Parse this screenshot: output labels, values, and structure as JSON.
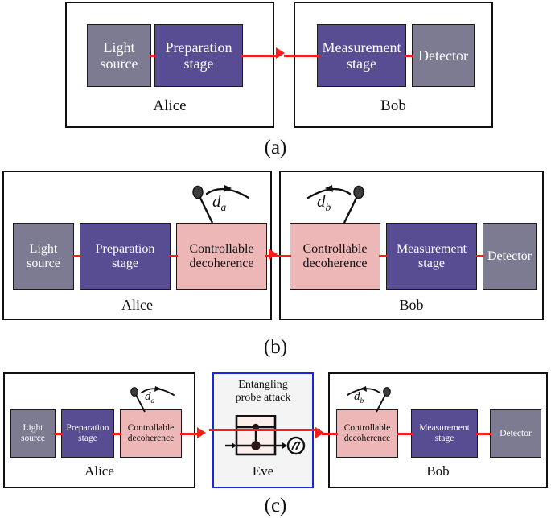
{
  "figure": {
    "panels": [
      {
        "id": "a",
        "caption": "(a)",
        "parties": [
          {
            "name": "Alice",
            "label": "Alice"
          },
          {
            "name": "Bob",
            "label": "Bob"
          }
        ],
        "blocks": [
          {
            "line1": "Light",
            "line2": "source",
            "color": "#7d7b92"
          },
          {
            "line1": "Preparation",
            "line2": "stage",
            "color": "#584d93"
          },
          {
            "line1": "Measurement",
            "line2": "stage",
            "color": "#584d93"
          },
          {
            "line1": "Detector",
            "line2": "",
            "color": "#7d7b92"
          }
        ]
      },
      {
        "id": "b",
        "caption": "(b)",
        "parties": [
          {
            "name": "Alice",
            "label": "Alice"
          },
          {
            "name": "Bob",
            "label": "Bob"
          }
        ],
        "blocks": [
          {
            "line1": "Light",
            "line2": "source",
            "color": "#7d7b92"
          },
          {
            "line1": "Preparation",
            "line2": "stage",
            "color": "#584d93"
          },
          {
            "line1": "Controllable",
            "line2": "decoherence",
            "color": "#edb7b7"
          },
          {
            "line1": "Controllable",
            "line2": "decoherence",
            "color": "#edb7b7"
          },
          {
            "line1": "Measurement",
            "line2": "stage",
            "color": "#584d93"
          },
          {
            "line1": "Detector",
            "line2": "",
            "color": "#7d7b92"
          }
        ],
        "knobs": [
          {
            "symbol": "d",
            "subscript": "a",
            "direction": "right"
          },
          {
            "symbol": "d",
            "subscript": "b",
            "direction": "left"
          }
        ]
      },
      {
        "id": "c",
        "caption": "(c)",
        "parties": [
          {
            "name": "Alice",
            "label": "Alice"
          },
          {
            "name": "Eve",
            "label": "Eve"
          },
          {
            "name": "Bob",
            "label": "Bob"
          }
        ],
        "blocks": [
          {
            "line1": "Light",
            "line2": "source",
            "color": "#7d7b92"
          },
          {
            "line1": "Preparation",
            "line2": "stage",
            "color": "#584d93"
          },
          {
            "line1": "Controllable",
            "line2": "decoherence",
            "color": "#edb7b7"
          },
          {
            "line1": "Controllable",
            "line2": "decoherence",
            "color": "#edb7b7"
          },
          {
            "line1": "Measurement",
            "line2": "stage",
            "color": "#584d93"
          },
          {
            "line1": "Detector",
            "line2": "",
            "color": "#7d7b92"
          }
        ],
        "knobs": [
          {
            "symbol": "d",
            "subscript": "a",
            "direction": "right"
          },
          {
            "symbol": "d",
            "subscript": "b",
            "direction": "left"
          }
        ],
        "eve": {
          "title_line1": "Entangling",
          "title_line2": "probe attack",
          "circuit": {
            "gate": "CNOT",
            "control_label": "control-dot",
            "target_label": "target-xor",
            "meter_label": "measurement-meter",
            "border_color": "#1a27d8"
          }
        }
      }
    ],
    "colors": {
      "gray_block": "#7d7b92",
      "purple_block": "#584d93",
      "pink_block": "#edb7b7",
      "optical_link": "#fb1b1b",
      "eve_border": "#1a27d8",
      "eve_fill": "#f4f4f4",
      "outline": "#111111"
    }
  }
}
